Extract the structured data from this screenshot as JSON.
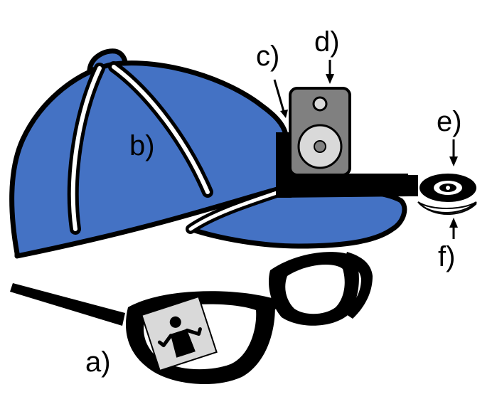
{
  "labels": {
    "a": "a)",
    "b": "b)",
    "c": "c)",
    "d": "d)",
    "e": "e)",
    "f": "f)"
  },
  "colors": {
    "cap": "#4472c4",
    "outline": "#000000",
    "stripe": "#ffffff",
    "speaker_body": "#808080",
    "speaker_cone": "#d9d9d9",
    "lens_picture": "#d9d9d9"
  },
  "icons": {
    "picture_in_lens": "person-shrugging-icon"
  }
}
